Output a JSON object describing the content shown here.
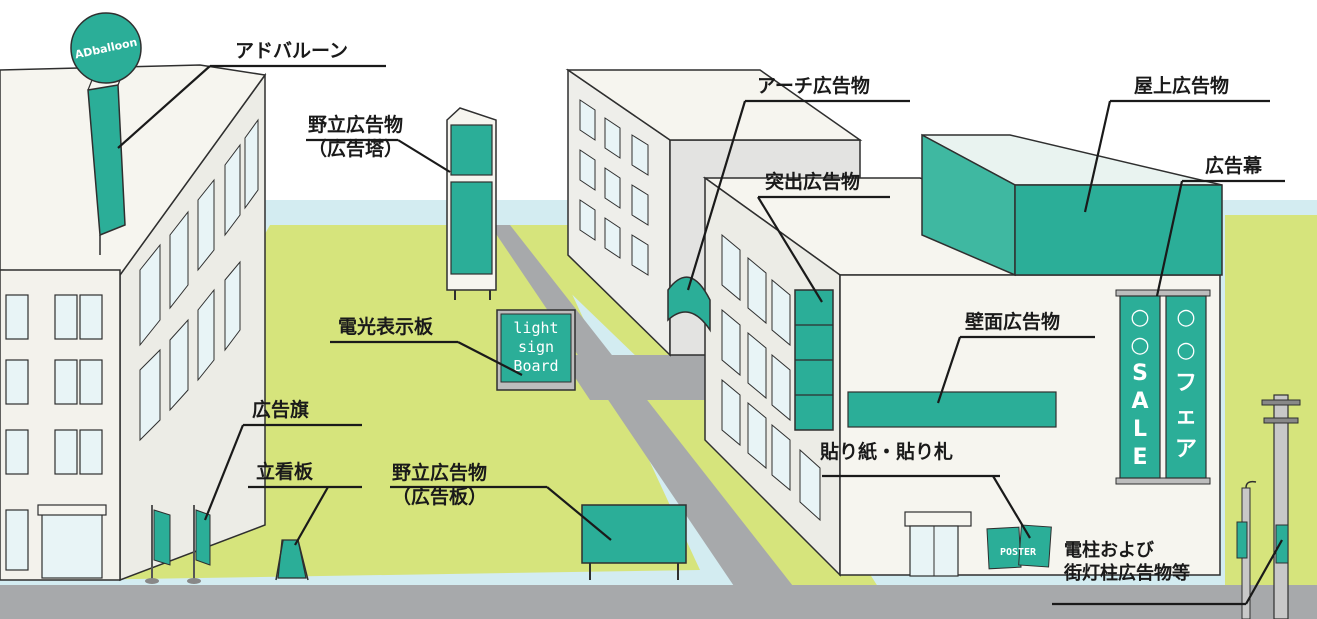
{
  "colors": {
    "sky": "#d3ecf1",
    "grass": "#d6e47c",
    "road": "#a7a9ab",
    "building": "#f6f5ef",
    "building_shade": "#e3e3e1",
    "teal": "#2bae98",
    "teal_dark": "#1e8676",
    "outline": "#2f2f2f"
  },
  "labels": {
    "adballoon": "アドバルーン",
    "tower_line1": "野立広告物",
    "tower_line2": "（広告塔）",
    "electric_sign": "電光表示板",
    "flag": "広告旗",
    "standing_board": "立看板",
    "billboard_line1": "野立広告物",
    "billboard_line2": "（広告板）",
    "arch": "アーチ広告物",
    "rooftop": "屋上広告物",
    "curtain": "広告幕",
    "projecting": "突出広告物",
    "wall": "壁面広告物",
    "stickers": "貼り紙・貼り札",
    "pole_line1": "電柱および",
    "pole_line2": "街灯柱広告物等"
  },
  "signs": {
    "balloon_text": "ADballoon",
    "light_board": [
      "light",
      "sign",
      "Board"
    ],
    "curtain_left": [
      "○",
      "○",
      "S",
      "A",
      "L",
      "E"
    ],
    "curtain_right": [
      "○",
      "○",
      "フ",
      "ェ",
      "ア"
    ],
    "poster": "POSTER"
  },
  "icons": {
    "balloon": "adballoon-icon",
    "flag": "banner-flag-icon",
    "pole": "utility-pole-icon"
  }
}
